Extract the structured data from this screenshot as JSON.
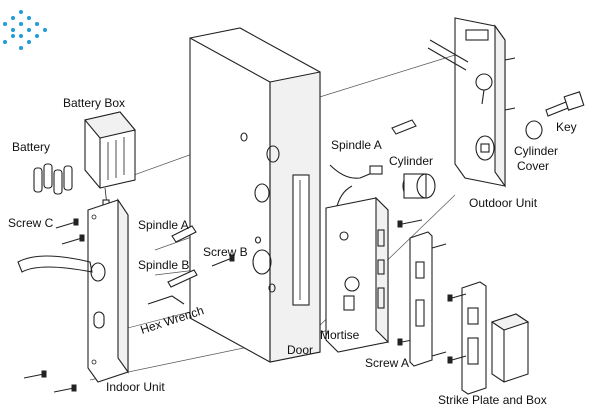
{
  "labels": {
    "battery_box": "Battery Box",
    "battery": "Battery",
    "screw_c": "Screw C",
    "spindle_a_left": "Spindle A",
    "spindle_b": "Spindle B",
    "screw_b": "Screw B",
    "hex_wrench": "Hex Wrench",
    "indoor_unit": "Indoor Unit",
    "door": "Door",
    "spindle_a_right": "Spindle A",
    "cylinder": "Cylinder",
    "mortise": "Mortise",
    "screw_a": "Screw A",
    "strike_plate_and_box": "Strike Plate and Box",
    "outdoor_unit": "Outdoor Unit",
    "cylinder_cover": "Cylinder Cover",
    "key": "Key"
  },
  "colors": {
    "logo_dots": "#1e9bd7",
    "line": "#222222"
  }
}
